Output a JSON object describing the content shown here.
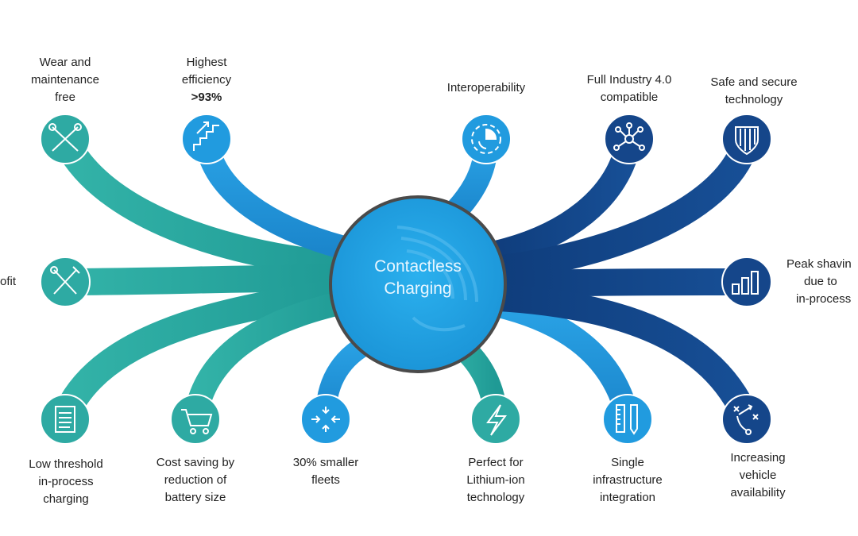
{
  "center": {
    "line1": "Contactless",
    "line2": "Charging"
  },
  "colors": {
    "teal": "#2aa8a0",
    "teal_dark": "#1f8f8a",
    "blue": "#2196dc",
    "blue_dark": "#1b7cc0",
    "navy": "#14468a",
    "navy_dark": "#0e3670",
    "center_fill": "#1fa2e2",
    "center_border": "#4a4a4a"
  },
  "nodes": [
    {
      "id": "wear",
      "icon": "tools-crossed-icon",
      "lines": [
        "Wear and",
        "maintenance",
        "free"
      ]
    },
    {
      "id": "efficiency",
      "icon": "stairs-chart-icon",
      "lines": [
        "Highest",
        "efficiency"
      ],
      "emphasis": ">93%"
    },
    {
      "id": "interop",
      "icon": "pie-cycle-icon",
      "lines": [
        "Interoperability"
      ]
    },
    {
      "id": "industry",
      "icon": "network-nodes-icon",
      "lines": [
        "Full Industry 4.0",
        "compatible"
      ]
    },
    {
      "id": "secure",
      "icon": "shield-icon",
      "lines": [
        "Safe and secure",
        "technology"
      ]
    },
    {
      "id": "retrofit",
      "icon": "wrench-screwdriver-icon",
      "lines": [
        "ofit"
      ]
    },
    {
      "id": "peak",
      "icon": "bar-levels-icon",
      "lines": [
        "Peak shavin",
        "due to",
        "in-process"
      ]
    },
    {
      "id": "threshold",
      "icon": "notepad-icon",
      "lines": [
        "Low threshold",
        "in-process",
        "charging"
      ]
    },
    {
      "id": "cost",
      "icon": "shopping-cart-icon",
      "lines": [
        "Cost saving by",
        "reduction of",
        "battery size"
      ]
    },
    {
      "id": "fleets",
      "icon": "compress-arrows-icon",
      "lines": [
        "30% smaller",
        "fleets"
      ]
    },
    {
      "id": "lithium",
      "icon": "lightning-bolt-icon",
      "lines": [
        "Perfect for",
        "Lithium-ion",
        "technology"
      ]
    },
    {
      "id": "infra",
      "icon": "ruler-pencil-icon",
      "lines": [
        "Single",
        "infrastructure",
        "integration"
      ]
    },
    {
      "id": "availability",
      "icon": "strategy-play-icon",
      "lines": [
        "Increasing",
        "vehicle",
        "availability"
      ]
    }
  ]
}
